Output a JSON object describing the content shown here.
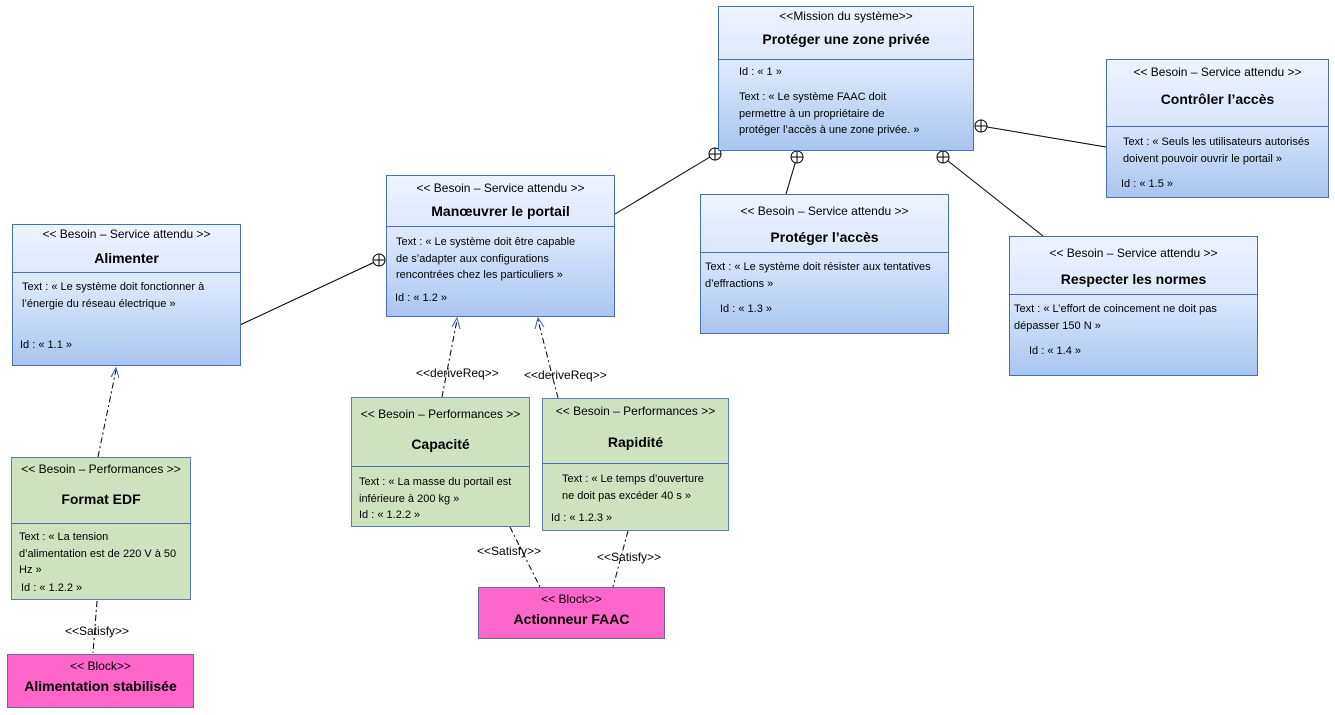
{
  "mission": {
    "stereo": "<<Mission du système>>",
    "name": "Protéger une zone privée",
    "id": "Id : « 1 »",
    "text": [
      "Text : « Le système FAAC doit",
      "permettre à un propriétaire de",
      "protéger l’accès à une zone privée. »"
    ]
  },
  "alimenter": {
    "stereo": "<< Besoin – Service attendu >>",
    "name": "Alimenter",
    "text": [
      "Text : « Le système doit fonctionner à",
      "l’énergie du réseau électrique »"
    ],
    "id": "Id : « 1.1 »"
  },
  "manoeuvrer": {
    "stereo": "<< Besoin – Service attendu >>",
    "name": "Manœuvrer le portail",
    "text": [
      "Text : « Le système doit être capable",
      "de s’adapter aux configurations",
      "rencontrées chez les particuliers »"
    ],
    "id": "Id : « 1.2 »"
  },
  "proteger_acces": {
    "stereo": "<< Besoin – Service attendu >>",
    "name": "Protéger l’accès",
    "text": [
      "Text : « Le système doit résister aux tentatives",
      "d’effractions »"
    ],
    "id": "Id : « 1.3 »"
  },
  "respecter": {
    "stereo": "<< Besoin – Service attendu >>",
    "name": "Respecter les normes",
    "text": [
      "Text : « L’effort de coincement ne doit pas",
      "dépasser 150 N »"
    ],
    "id": "Id : « 1.4 »"
  },
  "controler": {
    "stereo": "<< Besoin – Service attendu >>",
    "name": "Contrôler l’accès",
    "text": [
      "Text : « Seuls les utilisateurs autorisés",
      "doivent pouvoir ouvrir le portail »"
    ],
    "id": "Id : « 1.5 »"
  },
  "format_edf": {
    "stereo": "<< Besoin – Performances >>",
    "name": "Format EDF",
    "text": [
      "Text : « La tension",
      "d’alimentation est de 220 V à 50",
      "Hz »"
    ],
    "id": "Id : « 1.2.2 »"
  },
  "capacite": {
    "stereo": "<< Besoin – Performances >>",
    "name": "Capacité",
    "text": [
      "Text : « La masse du portail est",
      "inférieure à 200 kg »"
    ],
    "id": "Id : « 1.2.2 »"
  },
  "rapidite": {
    "stereo": "<< Besoin – Performances >>",
    "name": "Rapidité",
    "text": [
      "Text : « Le temps d’ouverture",
      "ne doit pas excéder 40 s »"
    ],
    "id": "Id : « 1.2.3 »"
  },
  "block_actionneur": {
    "stereo": "<< Block>>",
    "name": "Actionneur FAAC"
  },
  "block_alimentation": {
    "stereo": "<< Block>>",
    "name": "Alimentation stabilisée"
  },
  "labels": {
    "derive1": "<<deriveReq>>",
    "derive2": "<<deriveReq>>",
    "satisfy1": "<<Satisfy>>",
    "satisfy2": "<<Satisfy>>",
    "satisfy3": "<<Satisfy>>"
  }
}
